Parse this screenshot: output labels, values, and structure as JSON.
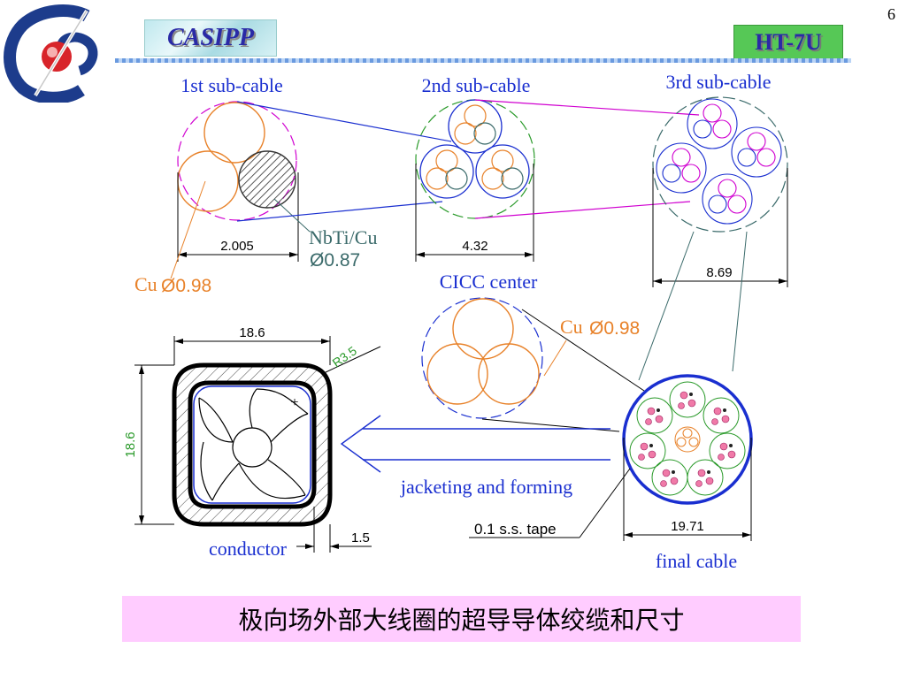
{
  "page_number": "6",
  "header": {
    "brand_left": "CASIPP",
    "brand_right": "HT-7U"
  },
  "diagram": {
    "sub1": {
      "title": "1st sub-cable",
      "dim": "2.005",
      "sc_label": "NbTi/Cu",
      "sc_dia": "Ø0.87",
      "cu_label": "Cu",
      "cu_dia": "Ø0.98"
    },
    "sub2": {
      "title": "2nd sub-cable",
      "dim": "4.32"
    },
    "sub3": {
      "title": "3rd sub-cable",
      "dim": "8.69"
    },
    "center": {
      "title": "CICC center",
      "cu_label": "Cu",
      "cu_dia": "Ø0.98"
    },
    "conductor": {
      "title": "conductor",
      "width": "18.6",
      "height": "18.6",
      "radius": "R3.5",
      "wall": "1.5"
    },
    "process": "jacketing and forming",
    "final": {
      "title": "final cable",
      "dim": "19.71",
      "tape": "0.1 s.s. tape"
    }
  },
  "caption": "极向场外部大线圈的超导导体绞缆和尺寸",
  "colors": {
    "orange": "#e8822a",
    "blue": "#1a2fd0",
    "magenta": "#d000d0",
    "green": "#2a9a2a",
    "teal": "#3a6a6a"
  }
}
